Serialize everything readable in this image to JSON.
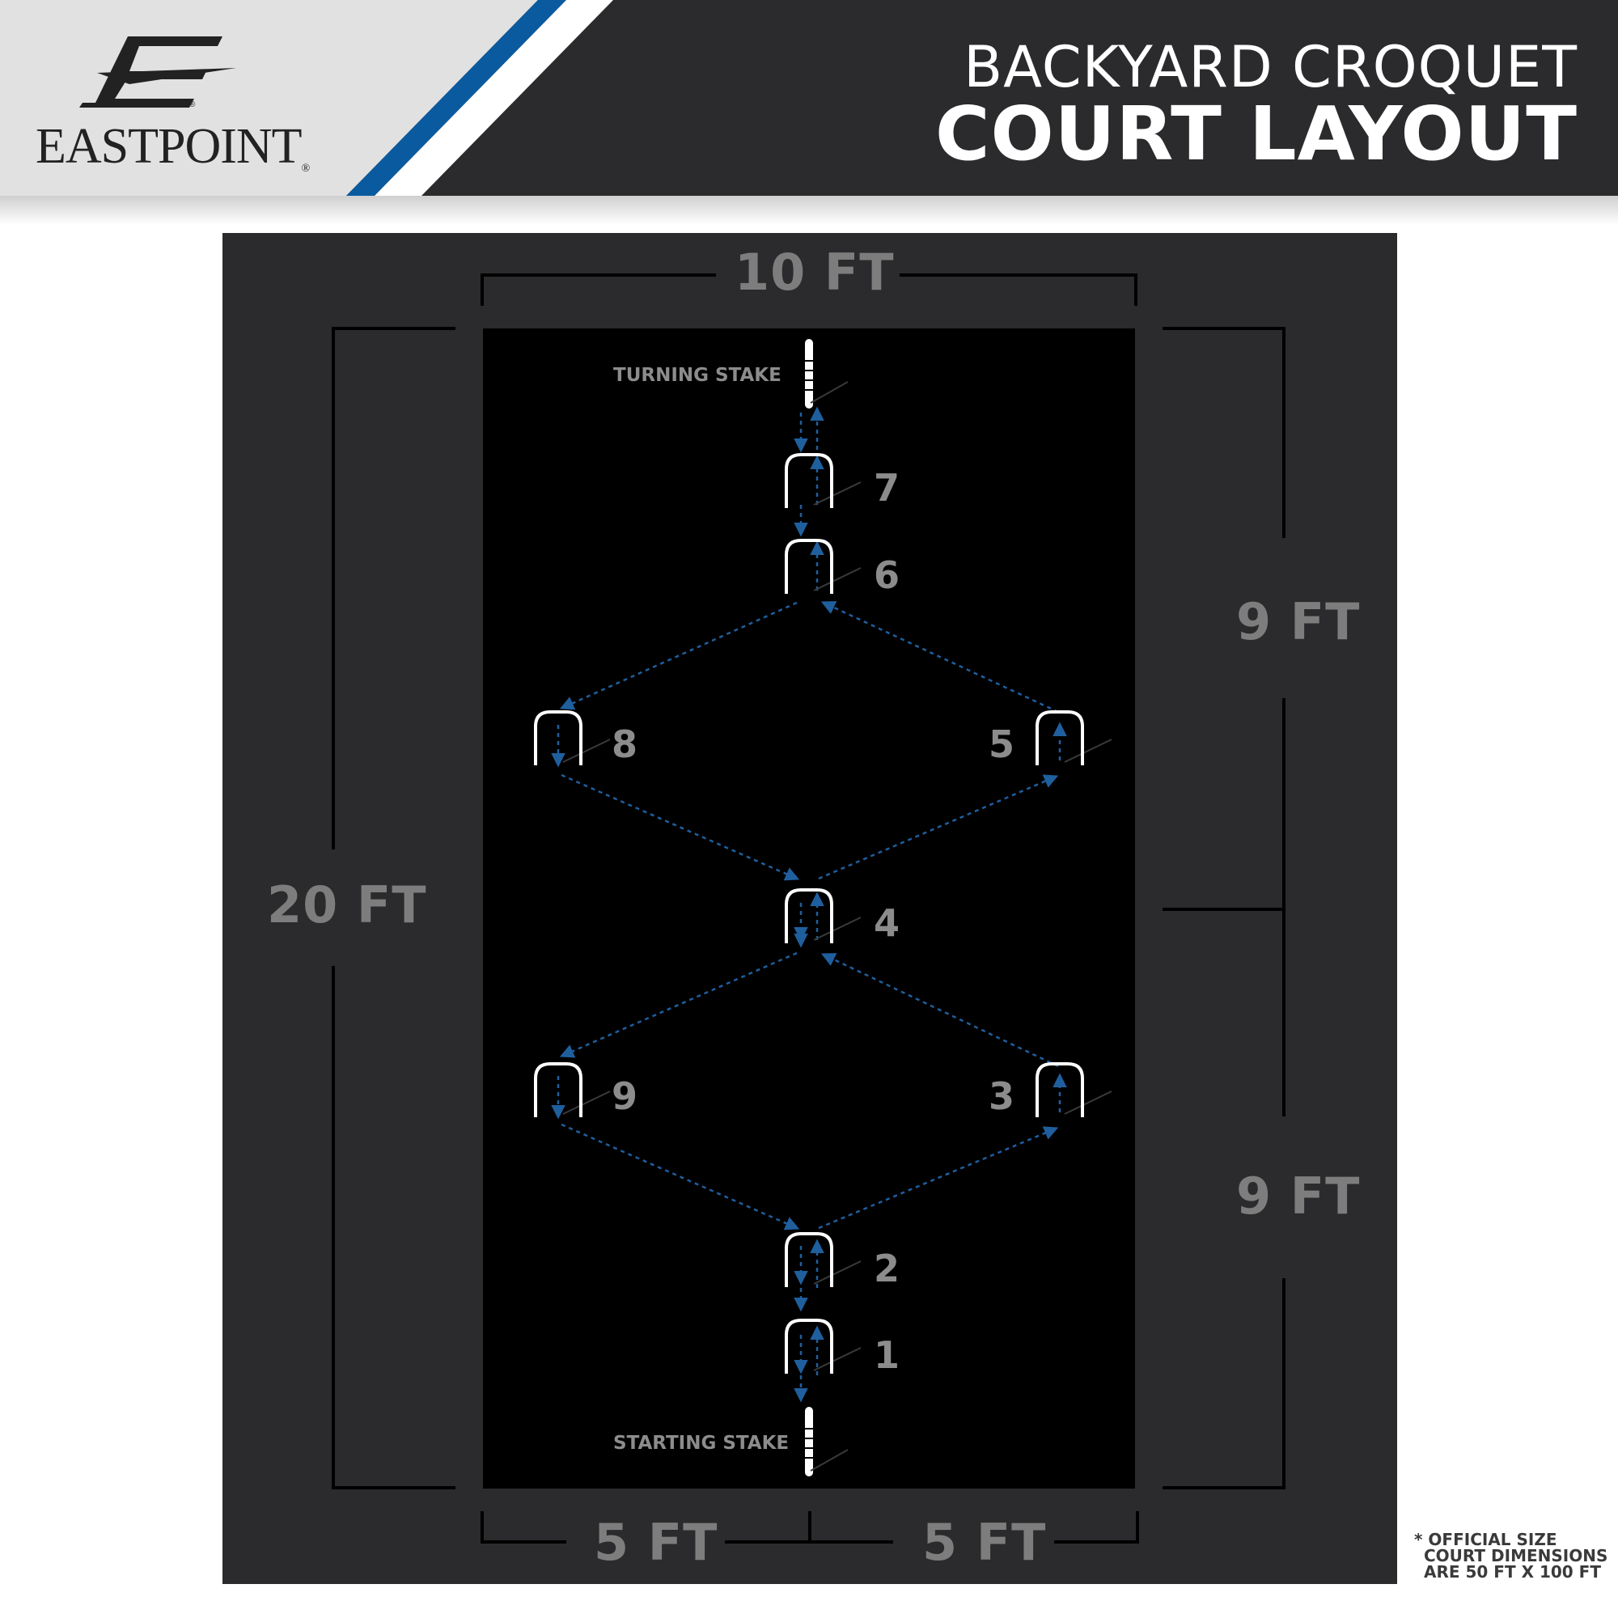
{
  "header": {
    "brand_name": "EASTPOINT",
    "brand_mark": "®",
    "title_line1": "BACKYARD CROQUET",
    "title_line2": "COURT LAYOUT"
  },
  "colors": {
    "header_bg": "#2b2a2c",
    "header_light": "#e1e1e1",
    "accent_blue": "#0a5aa0",
    "court_bg": "#000000",
    "panel_bg": "#2b2a2c",
    "path_blue": "#1f5f9e",
    "label_gray": "#8c8c8c"
  },
  "dimensions": {
    "width_total": "10 FT",
    "length_total": "20 FT",
    "upper_half": "9 FT",
    "lower_half": "9 FT",
    "left_half": "5 FT",
    "right_half": "5 FT"
  },
  "stakes": {
    "turning": "TURNING STAKE",
    "starting": "STARTING STAKE"
  },
  "wickets": [
    "1",
    "2",
    "3",
    "4",
    "5",
    "6",
    "7",
    "8",
    "9"
  ],
  "note": {
    "line1": "* OFFICIAL SIZE",
    "line2": "COURT DIMENSIONS",
    "line3": "ARE 50 FT X 100 FT"
  },
  "icons": {
    "logo": "eastpoint-e-logo-icon",
    "stake": "stake-icon",
    "wicket": "wicket-icon"
  }
}
